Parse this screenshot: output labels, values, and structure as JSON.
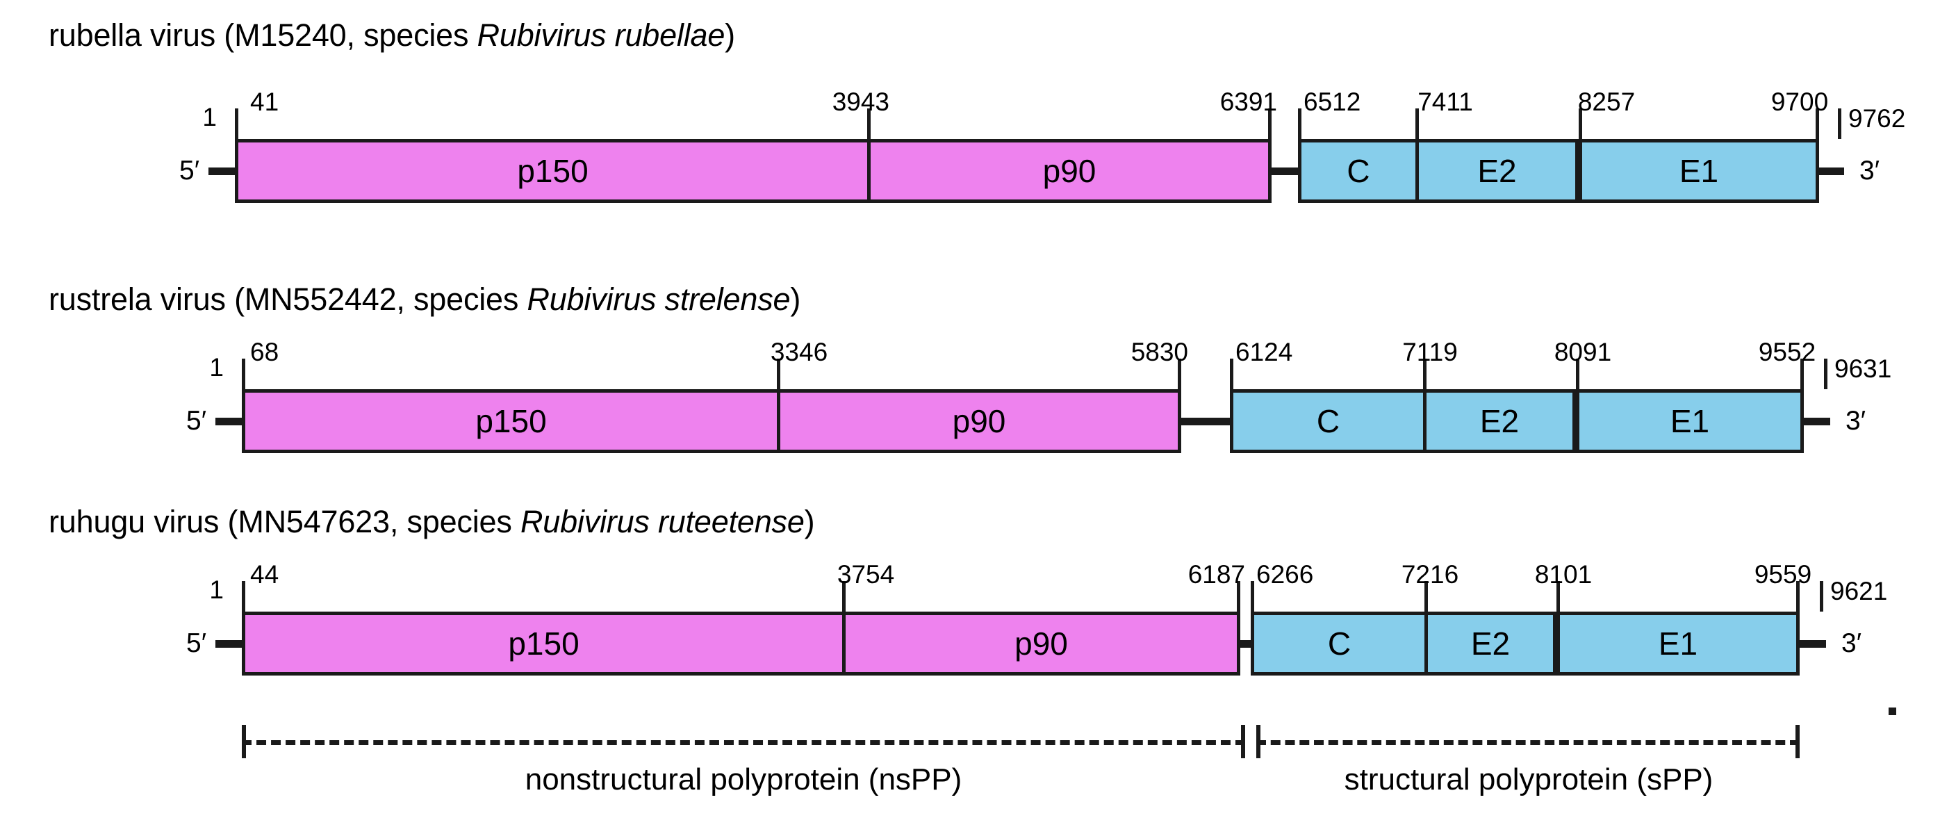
{
  "figure": {
    "type": "genome-organization-diagram",
    "colors": {
      "nonstructural_fill": "#ee82ee",
      "structural_fill": "#87ceeb",
      "stroke": "#1a1a1a",
      "background": "#ffffff"
    }
  },
  "genomes": [
    {
      "id": "rubella",
      "title_prefix": "rubella virus (M15240, species ",
      "title_species": "Rubivirus rubellae",
      "title_suffix": ")",
      "five_prime": "5′",
      "three_prime": "3′",
      "start_label": "1",
      "end_label": "9762",
      "coords": [
        "41",
        "3943",
        "6391",
        "6512",
        "7411",
        "8257",
        "9700"
      ],
      "nonstructural": [
        {
          "name": "p150",
          "start": 41,
          "end": 3943
        },
        {
          "name": "p90",
          "start": 3943,
          "end": 6391
        }
      ],
      "structural": [
        {
          "name": "C",
          "start": 6512,
          "end": 7411
        },
        {
          "name": "E2",
          "start": 7411,
          "end": 8257
        },
        {
          "name": "E1",
          "start": 8257,
          "end": 9700
        }
      ]
    },
    {
      "id": "rustrela",
      "title_prefix": "rustrela virus (MN552442, species ",
      "title_species": "Rubivirus strelense",
      "title_suffix": ")",
      "five_prime": "5′",
      "three_prime": "3′",
      "start_label": "1",
      "end_label": "9631",
      "coords": [
        "68",
        "3346",
        "5830",
        "6124",
        "7119",
        "8091",
        "9552"
      ],
      "nonstructural": [
        {
          "name": "p150",
          "start": 68,
          "end": 3346
        },
        {
          "name": "p90",
          "start": 3346,
          "end": 5830
        }
      ],
      "structural": [
        {
          "name": "C",
          "start": 6124,
          "end": 7119
        },
        {
          "name": "E2",
          "start": 7119,
          "end": 8091
        },
        {
          "name": "E1",
          "start": 8091,
          "end": 9552
        }
      ]
    },
    {
      "id": "ruhugu",
      "title_prefix": "ruhugu virus (MN547623, species ",
      "title_species": "Rubivirus ruteetense",
      "title_suffix": ")",
      "five_prime": "5′",
      "three_prime": "3′",
      "start_label": "1",
      "end_label": "9621",
      "coords": [
        "44",
        "3754",
        "6187",
        "6266",
        "7216",
        "8101",
        "9559"
      ],
      "nonstructural": [
        {
          "name": "p150",
          "start": 44,
          "end": 3754
        },
        {
          "name": "p90",
          "start": 3754,
          "end": 6187
        }
      ],
      "structural": [
        {
          "name": "C",
          "start": 6266,
          "end": 7216
        },
        {
          "name": "E2",
          "start": 7216,
          "end": 8101
        },
        {
          "name": "E1",
          "start": 8101,
          "end": 9559
        }
      ]
    }
  ],
  "brackets": [
    {
      "id": "nspp",
      "label": "nonstructural polyprotein (nsPP)"
    },
    {
      "id": "spp",
      "label": "structural polyprotein (sPP)"
    }
  ]
}
